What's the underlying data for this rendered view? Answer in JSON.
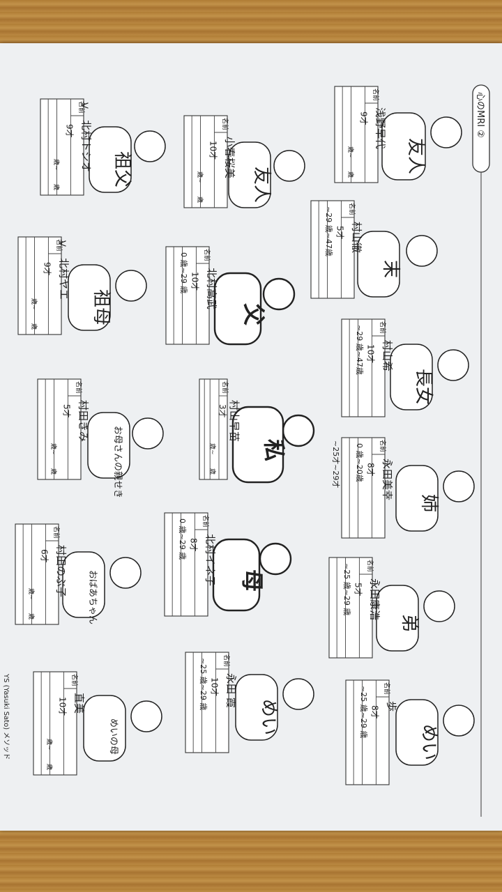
{
  "header": {
    "title": "心のMRI ②"
  },
  "footer": {
    "credit": "YS (Yasuki Sato) メソッド"
  },
  "form": {
    "name_label": "名前",
    "age_unit": "歳~",
    "age_end": "歳"
  },
  "figures": [
    {
      "id": "yuujin-1",
      "role": "友人",
      "name": "浅野早代",
      "age": "9才"
    },
    {
      "id": "yuujin-2",
      "role": "友人",
      "name": "小春桜美",
      "age": "10才"
    },
    {
      "id": "sofu",
      "role": "祖父",
      "name": "北村トシオ",
      "age": "9才",
      "note": "V"
    },
    {
      "id": "matsu",
      "role": "末",
      "name": "村山徹",
      "age": "5才",
      "range": "~29 歳~47歳"
    },
    {
      "id": "chichi",
      "role": "父",
      "name": "北村高武",
      "age": "10才",
      "range": "0 歳~29 歳"
    },
    {
      "id": "sobo",
      "role": "祖母",
      "name": "北村ヤエ",
      "age": "9才",
      "note": "V"
    },
    {
      "id": "chounan",
      "role": "長女",
      "name": "村山希",
      "age": "10才",
      "range": "~29 歳~47歳"
    },
    {
      "id": "watashi",
      "role": "私",
      "name": "村山早苗",
      "age": "3才"
    },
    {
      "id": "shinseki",
      "role": "お母さんの親せき",
      "name": "村田きみ",
      "age": "5才"
    },
    {
      "id": "ane",
      "role": "姉",
      "name": "永田美幸",
      "age": "8才",
      "range": "0 歳~20歳",
      "extra": "~25才~29才"
    },
    {
      "id": "haha",
      "role": "母",
      "name": "北村イネ子",
      "age": "8才",
      "range": "0 歳~29 歳"
    },
    {
      "id": "obaachan",
      "role": "おばあちゃん",
      "name": "村田のぶ子",
      "age": "6才"
    },
    {
      "id": "otouto",
      "role": "弟",
      "name": "永田康浩",
      "age": "5才",
      "range": "~25 歳~29 歳"
    },
    {
      "id": "mei-1",
      "role": "めい",
      "name": "永田 霞",
      "age": "10才",
      "range": "~25 歳~29 歳"
    },
    {
      "id": "mei-2",
      "role": "めい",
      "name": "歩",
      "age": "8才",
      "range": "~25 歳~29 歳"
    },
    {
      "id": "mei-no-haha",
      "role": "めいの母",
      "name": "直美",
      "age": "10才"
    }
  ]
}
